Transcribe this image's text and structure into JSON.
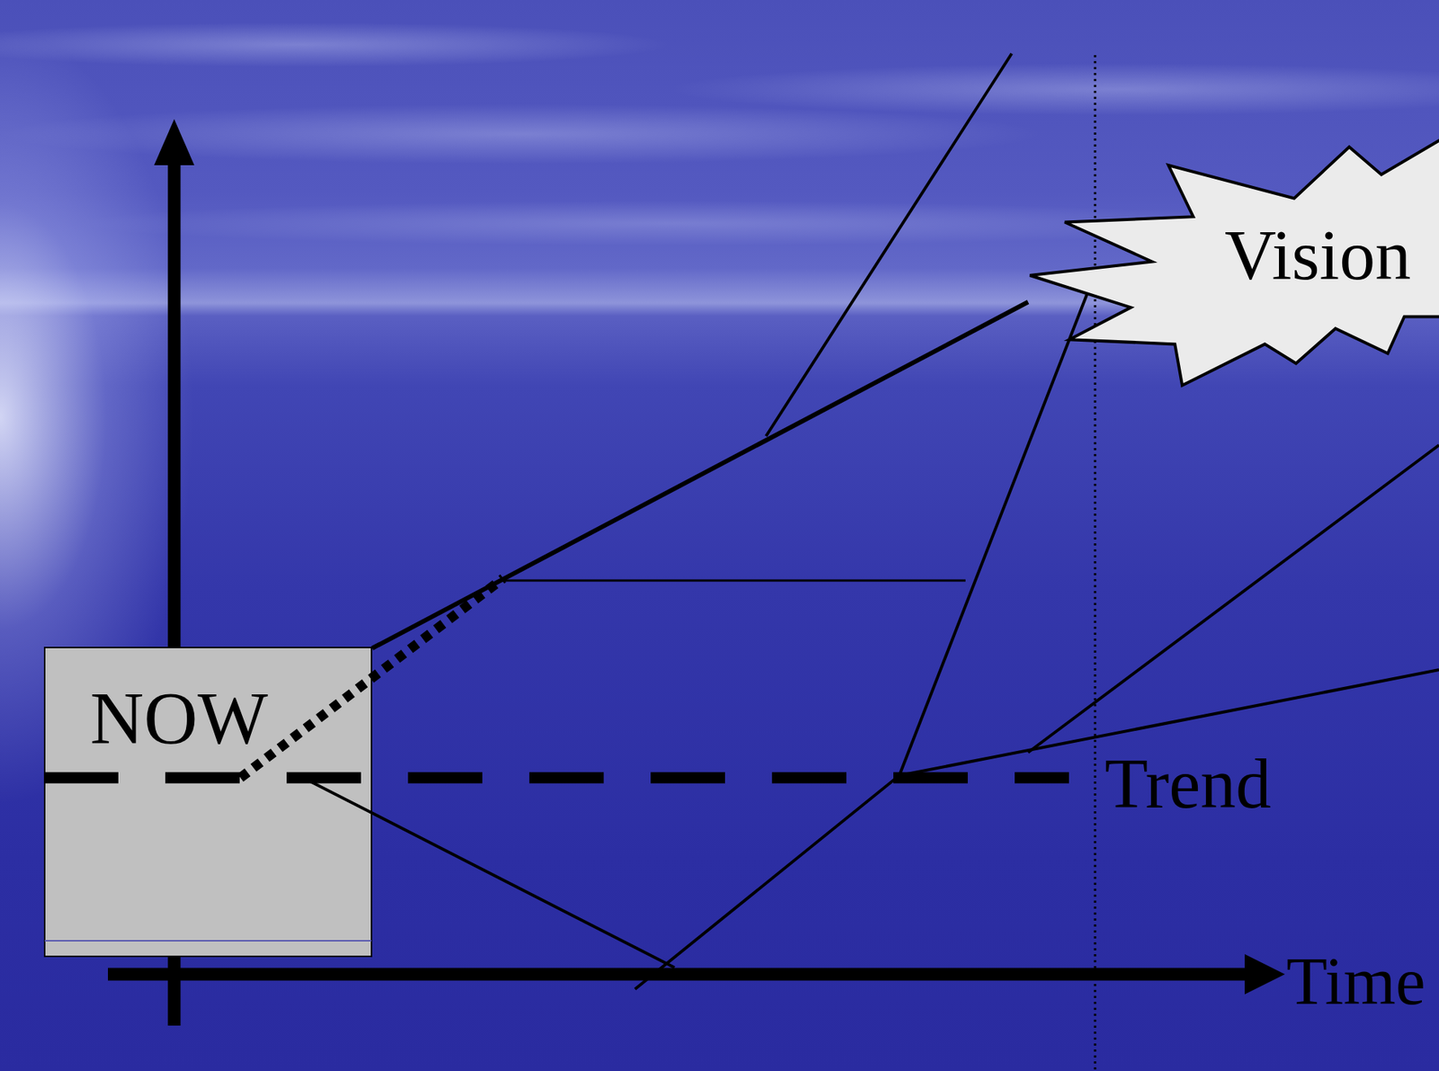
{
  "diagram": {
    "nodes": [
      {
        "text": [
          "NOW"
        ]
      },
      {
        "text": [
          "Vision"
        ]
      }
    ],
    "edges": [
      {
        "from": 0,
        "to": 1,
        "arrow": "none"
      }
    ],
    "labels": [
      "Trend",
      "Time"
    ]
  }
}
